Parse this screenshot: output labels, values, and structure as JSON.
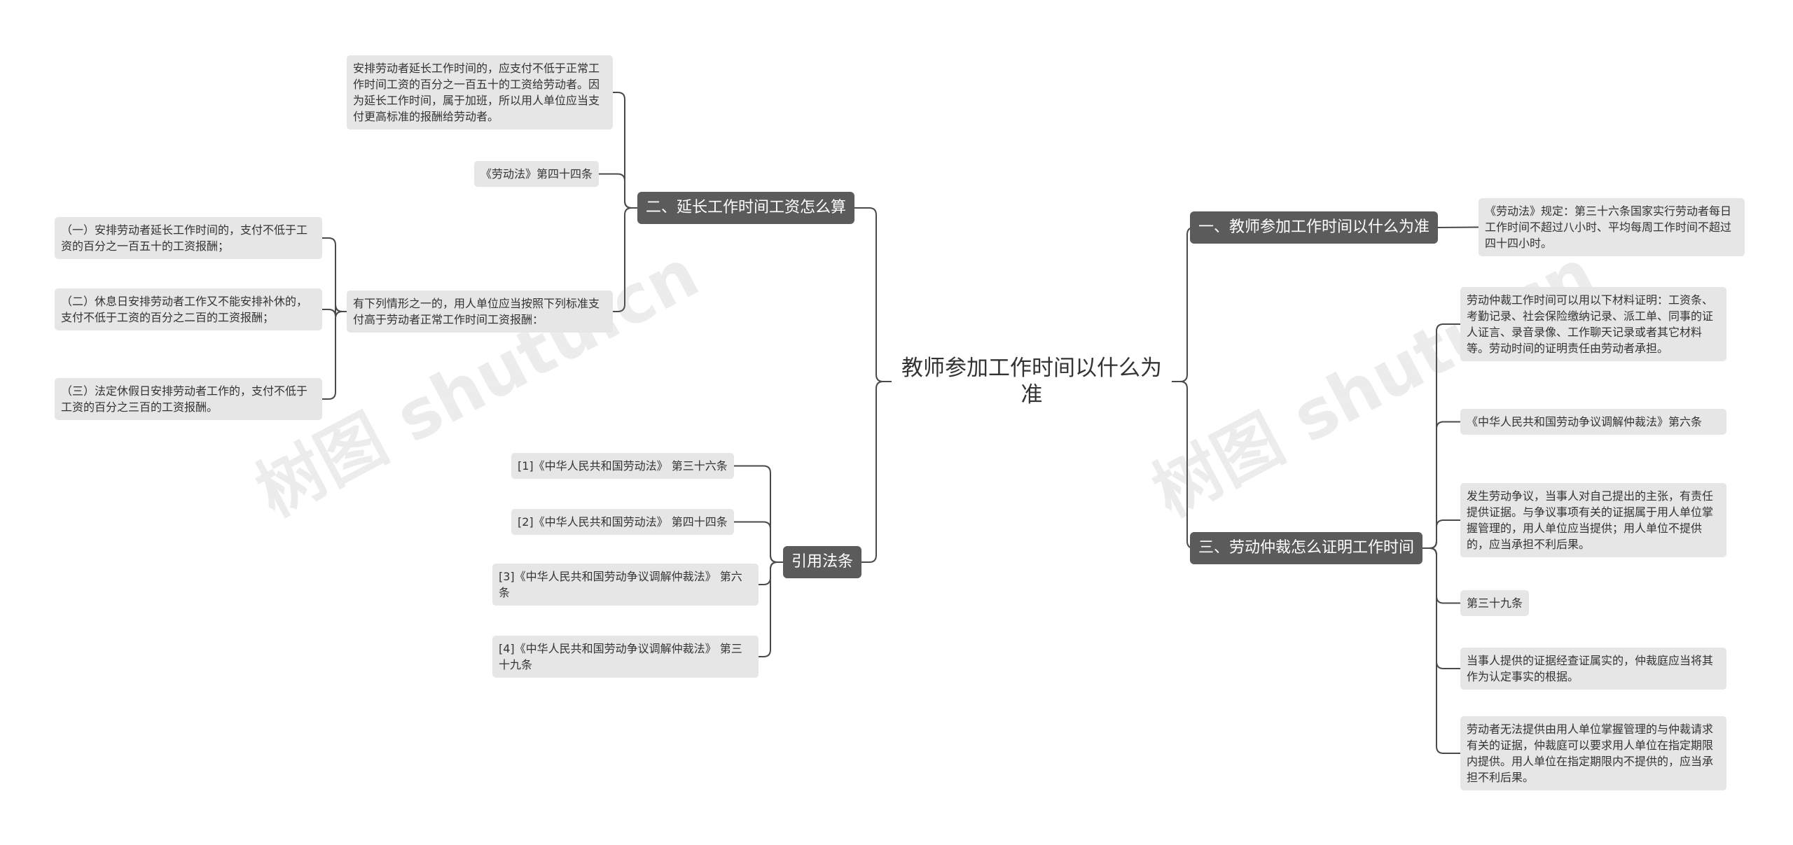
{
  "watermark": "树图 shutu.cn",
  "root": "教师参加工作时间以什么为准",
  "branches": {
    "b1": "一、教师参加工作时间以什么为准",
    "b2": "二、延长工作时间工资怎么算",
    "b3": "三、劳动仲裁怎么证明工作时间",
    "b4": "引用法条"
  },
  "leaves": {
    "b1_1": "《劳动法》规定：第三十六条国家实行劳动者每日工作时间不超过八小时、平均每周工作时间不超过四十四小时。",
    "b2_1": "安排劳动者延长工作时间的，应支付不低于正常工作时间工资的百分之一百五十的工资给劳动者。因为延长工作时间，属于加班，所以用人单位应当支付更高标准的报酬给劳动者。",
    "b2_2": "《劳动法》第四十四条",
    "b2_3": "有下列情形之一的，用人单位应当按照下列标准支付高于劳动者正常工作时间工资报酬：",
    "b2_3_1": "（一）安排劳动者延长工作时间的，支付不低于工资的百分之一百五十的工资报酬；",
    "b2_3_2": "（二）休息日安排劳动者工作又不能安排补休的，支付不低于工资的百分之二百的工资报酬；",
    "b2_3_3": "（三）法定休假日安排劳动者工作的，支付不低于工资的百分之三百的工资报酬。",
    "b3_1": "劳动仲裁工作时间可以用以下材料证明：工资条、考勤记录、社会保险缴纳记录、派工单、同事的证人证言、录音录像、工作聊天记录或者其它材料等。劳动时间的证明责任由劳动者承担。",
    "b3_2": "《中华人民共和国劳动争议调解仲裁法》第六条",
    "b3_3": "发生劳动争议，当事人对自己提出的主张，有责任提供证据。与争议事项有关的证据属于用人单位掌握管理的，用人单位应当提供；用人单位不提供的，应当承担不利后果。",
    "b3_4": "第三十九条",
    "b3_5": "当事人提供的证据经查证属实的，仲裁庭应当将其作为认定事实的根据。",
    "b3_6": "劳动者无法提供由用人单位掌握管理的与仲裁请求有关的证据，仲裁庭可以要求用人单位在指定期限内提供。用人单位在指定期限内不提供的，应当承担不利后果。",
    "b4_1": "[1]《中华人民共和国劳动法》 第三十六条",
    "b4_2": "[2]《中华人民共和国劳动法》 第四十四条",
    "b4_3": "[3]《中华人民共和国劳动争议调解仲裁法》 第六条",
    "b4_4": "[4]《中华人民共和国劳动争议调解仲裁法》 第三十九条"
  },
  "colors": {
    "branch_fill": "#5b5b5b",
    "leaf_fill": "#e6e6e6",
    "line": "#4a4a4a",
    "text": "#333333"
  }
}
